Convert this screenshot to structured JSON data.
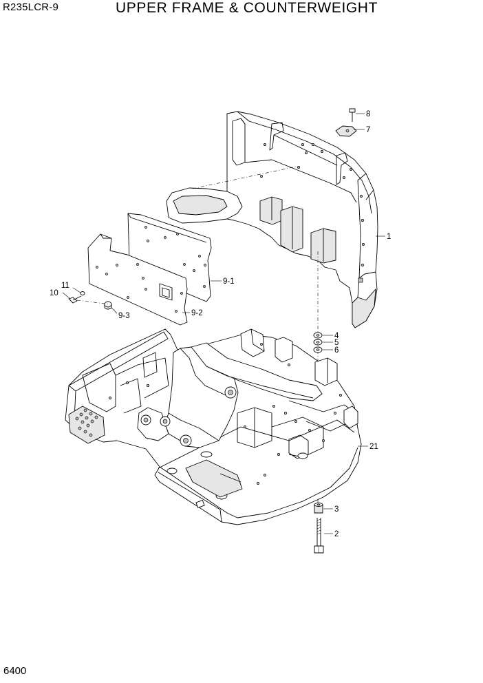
{
  "header": {
    "model": "R235LCR-9",
    "title": "UPPER FRAME & COUNTERWEIGHT"
  },
  "footer": {
    "page_number": "6400"
  },
  "callouts": {
    "c1": "1",
    "c2": "2",
    "c3": "3",
    "c4": "4",
    "c5": "5",
    "c6": "6",
    "c7": "7",
    "c8": "8",
    "c9_1": "9-1",
    "c9_2": "9-2",
    "c9_3": "9-3",
    "c10": "10",
    "c11": "11",
    "c21": "21"
  }
}
